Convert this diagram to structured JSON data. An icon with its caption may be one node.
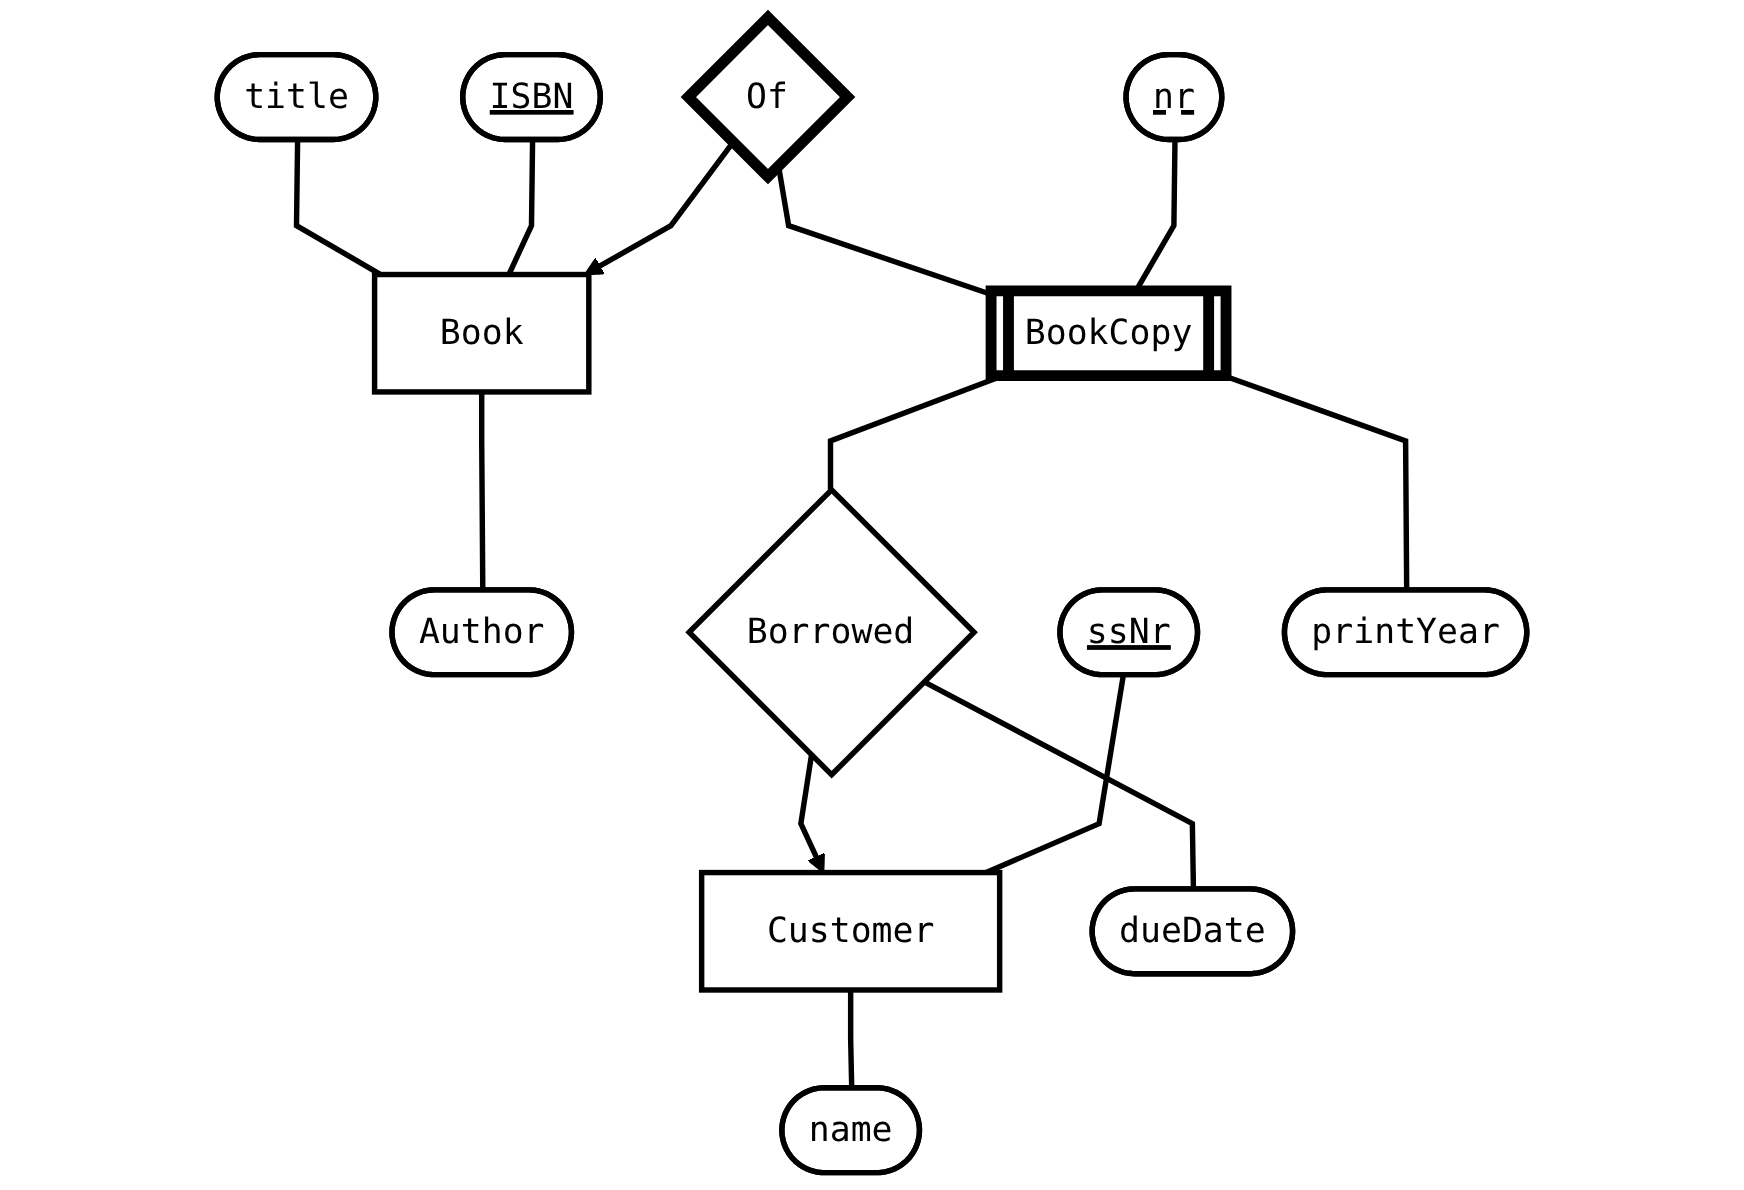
{
  "diagram": {
    "nodes": [
      {
        "text": [
          "title"
        ]
      },
      {
        "text": [
          "ISBN"
        ]
      },
      {
        "text": [
          "Book"
        ]
      },
      {
        "text": [
          "Author"
        ]
      },
      {
        "text": [
          "Of"
        ]
      },
      {
        "text": [
          "nr"
        ]
      },
      {
        "text": [
          "BookCopy"
        ]
      },
      {
        "text": [
          "Borrowed"
        ]
      },
      {
        "text": [
          "ssNr"
        ]
      },
      {
        "text": [
          "Customer"
        ]
      },
      {
        "text": [
          "printYear"
        ]
      },
      {
        "text": [
          "dueDate"
        ]
      },
      {
        "text": [
          "name"
        ]
      }
    ],
    "edges": [
      {
        "from": 0,
        "to": 2,
        "arrow": "none"
      },
      {
        "from": 1,
        "to": 2,
        "arrow": "none"
      },
      {
        "from": 2,
        "to": 3,
        "arrow": "none"
      },
      {
        "from": 4,
        "to": 2,
        "arrow": "to"
      },
      {
        "from": 4,
        "to": 6,
        "arrow": "none"
      },
      {
        "from": 5,
        "to": 6,
        "arrow": "none"
      },
      {
        "from": 6,
        "to": 7,
        "arrow": "none"
      },
      {
        "from": 7,
        "to": 9,
        "arrow": "to"
      },
      {
        "from": 8,
        "to": 9,
        "arrow": "none"
      },
      {
        "from": 6,
        "to": 10,
        "arrow": "none"
      },
      {
        "from": 7,
        "to": 11,
        "arrow": "none"
      },
      {
        "from": 9,
        "to": 12,
        "arrow": "none"
      }
    ]
  }
}
